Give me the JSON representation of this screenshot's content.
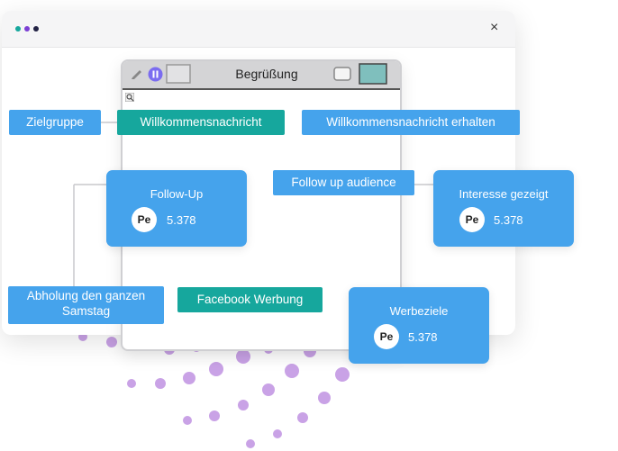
{
  "window": {
    "dots": [
      "#16a79d",
      "#7b3fd4",
      "#222244"
    ],
    "close_icon": "×"
  },
  "inner_window": {
    "title": "Begrüßung"
  },
  "tags": {
    "zielgruppe": "Zielgruppe",
    "willkommensnachricht": "Willkommensnachricht",
    "willkommensnachricht_erhalten": "Willkommensnachricht erhalten",
    "follow_up_audience": "Follow up audience",
    "abholung": "Abholung den ganzen Samstag",
    "facebook_werbung": "Facebook Werbung"
  },
  "cards": {
    "follow_up": {
      "title": "Follow-Up",
      "avatar": "Pe",
      "count": "5.378"
    },
    "interesse": {
      "title": "Interesse gezeigt",
      "avatar": "Pe",
      "count": "5.378"
    },
    "werbeziele": {
      "title": "Werbeziele",
      "avatar": "Pe",
      "count": "5.378"
    }
  },
  "colors": {
    "tag_blue": "#45a3ec",
    "tag_teal": "#16a79d",
    "dot_purple": "#c9a2e6"
  }
}
